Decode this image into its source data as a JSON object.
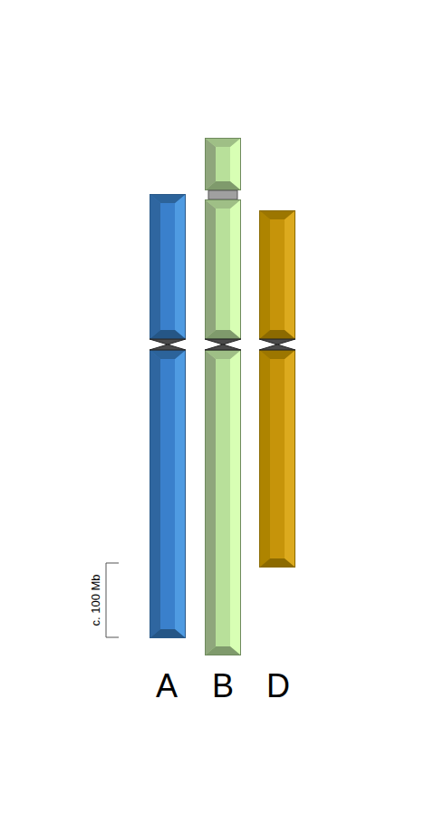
{
  "diagram": {
    "labels": [
      "c. 100 Mb",
      "A",
      "B",
      "D"
    ]
  }
}
